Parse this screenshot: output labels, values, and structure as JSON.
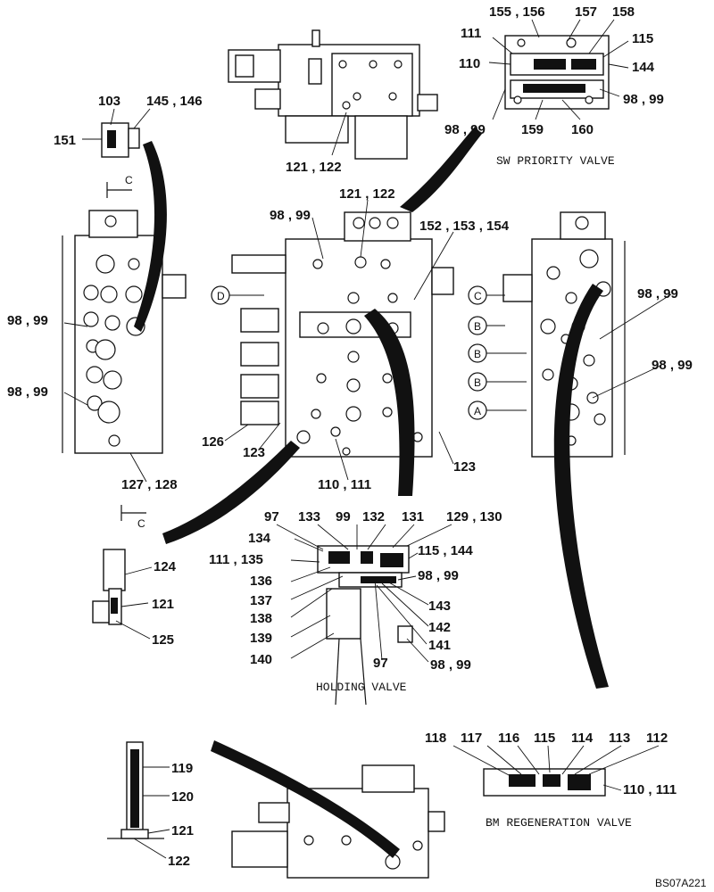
{
  "captions": {
    "sw_priority": "SW PRIORITY VALVE",
    "holding": "HOLDING VALVE",
    "bm_regen": "BM REGENERATION VALVE",
    "drawing_no": "BS07A221"
  },
  "section_marks": {
    "top": "C",
    "bottom": "C"
  },
  "port_marks": [
    "D",
    "C",
    "B",
    "B",
    "B",
    "A"
  ],
  "labels": {
    "top_121_122": "121 , 122",
    "sw_155_156": "155 , 156",
    "sw_157": "157",
    "sw_158": "158",
    "sw_111": "111",
    "sw_115": "115",
    "sw_110": "110",
    "sw_144": "144",
    "sw_98_99_right": "98 , 99",
    "sw_98_99_left": "98 , 99",
    "sw_159": "159",
    "sw_160": "160",
    "l_103": "103",
    "l_145_146": "145 , 146",
    "l_151": "151",
    "mid_121_122": "121 , 122",
    "mid_98_99": "98 , 99",
    "mid_152_153_154": "152 , 153 , 154",
    "left_98_99_a": "98 , 99",
    "left_98_99_b": "98 , 99",
    "right_98_99_a": "98 , 99",
    "right_98_99_b": "98 , 99",
    "mid_126": "126",
    "mid_123_a": "123",
    "mid_123_b": "123",
    "mid_110_111": "110 , 111",
    "left_127_128": "127 , 128",
    "hv_97_top": "97",
    "hv_133": "133",
    "hv_99": "99",
    "hv_132": "132",
    "hv_131": "131",
    "hv_129_130": "129 , 130",
    "hv_134": "134",
    "hv_111_135": "111 , 135",
    "hv_115_144": "115 , 144",
    "hv_136": "136",
    "hv_98_99_a": "98 , 99",
    "hv_137": "137",
    "hv_143": "143",
    "hv_138": "138",
    "hv_142": "142",
    "hv_139": "139",
    "hv_141": "141",
    "hv_140": "140",
    "hv_97_bot": "97",
    "hv_98_99_b": "98 , 99",
    "d_124": "124",
    "d_121": "121",
    "d_125": "125",
    "e_119": "119",
    "e_120": "120",
    "e_121": "121",
    "e_122": "122",
    "bm_118": "118",
    "bm_117": "117",
    "bm_116": "116",
    "bm_115": "115",
    "bm_114": "114",
    "bm_113": "113",
    "bm_112": "112",
    "bm_110_111": "110 , 111"
  }
}
